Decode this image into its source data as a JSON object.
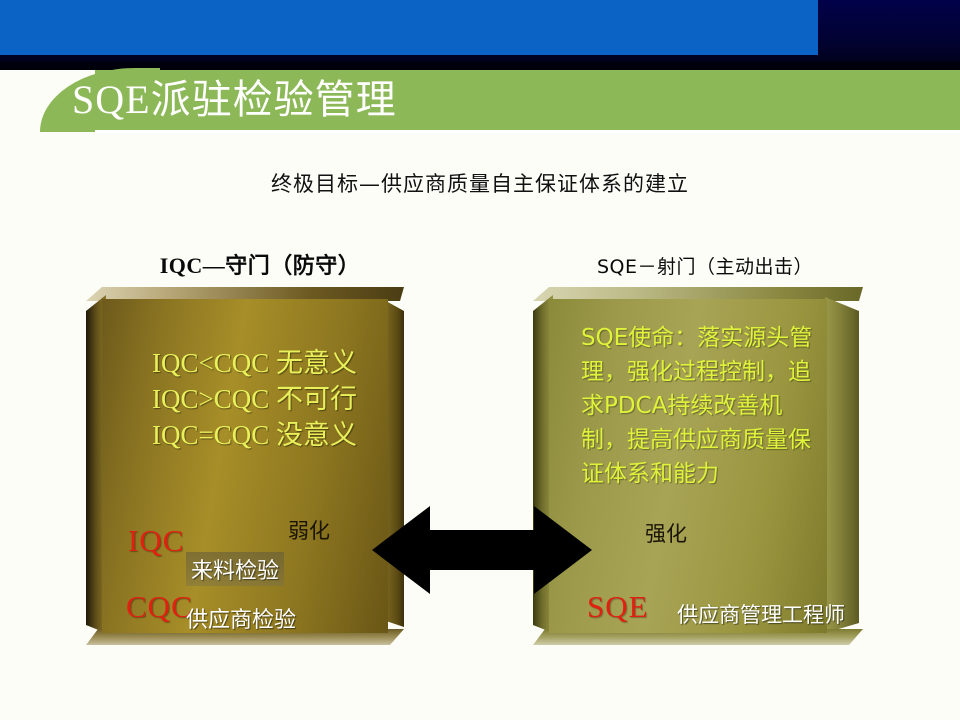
{
  "header": {
    "title": "SQE派驻检验管理",
    "accent_green": "#8cb858",
    "accent_blue": "#0b63c5",
    "accent_navy": "#01014a"
  },
  "subtitle": "终极目标—供应商质量自主保证体系的建立",
  "left_panel": {
    "caption": "IQC—守门（防守）",
    "equations": [
      "IQC<CQC  无意义",
      "IQC>CQC  不可行",
      "IQC=CQC  没意义"
    ],
    "trend_label": "弱化",
    "tag_primary": "IQC",
    "tag_secondary": "CQC",
    "role_primary": "来料检验",
    "role_secondary": "供应商检验",
    "text_color": "#e8f05a",
    "tag_color": "#e02010"
  },
  "right_panel": {
    "caption": "SQE－射门（主动出击）",
    "mission_prefix": "SQE",
    "mission_body": "使命：落实源头管理，强化过程控制，追求PDCA持续改善机制，提高供应商质量保证体系和能力",
    "mission_full": "SQE使命：落实源头管理，强化过程控制，追求PDCA持续改善机制，提高供应商质量保证体系和能力",
    "trend_label": "强化",
    "tag_primary": "SQE",
    "role_primary": "供应商管理工程师",
    "text_color": "#dff33a",
    "tag_color": "#e02010"
  },
  "arrow": {
    "name": "double-headed-arrow",
    "color": "#000000",
    "direction": "bidirectional"
  }
}
